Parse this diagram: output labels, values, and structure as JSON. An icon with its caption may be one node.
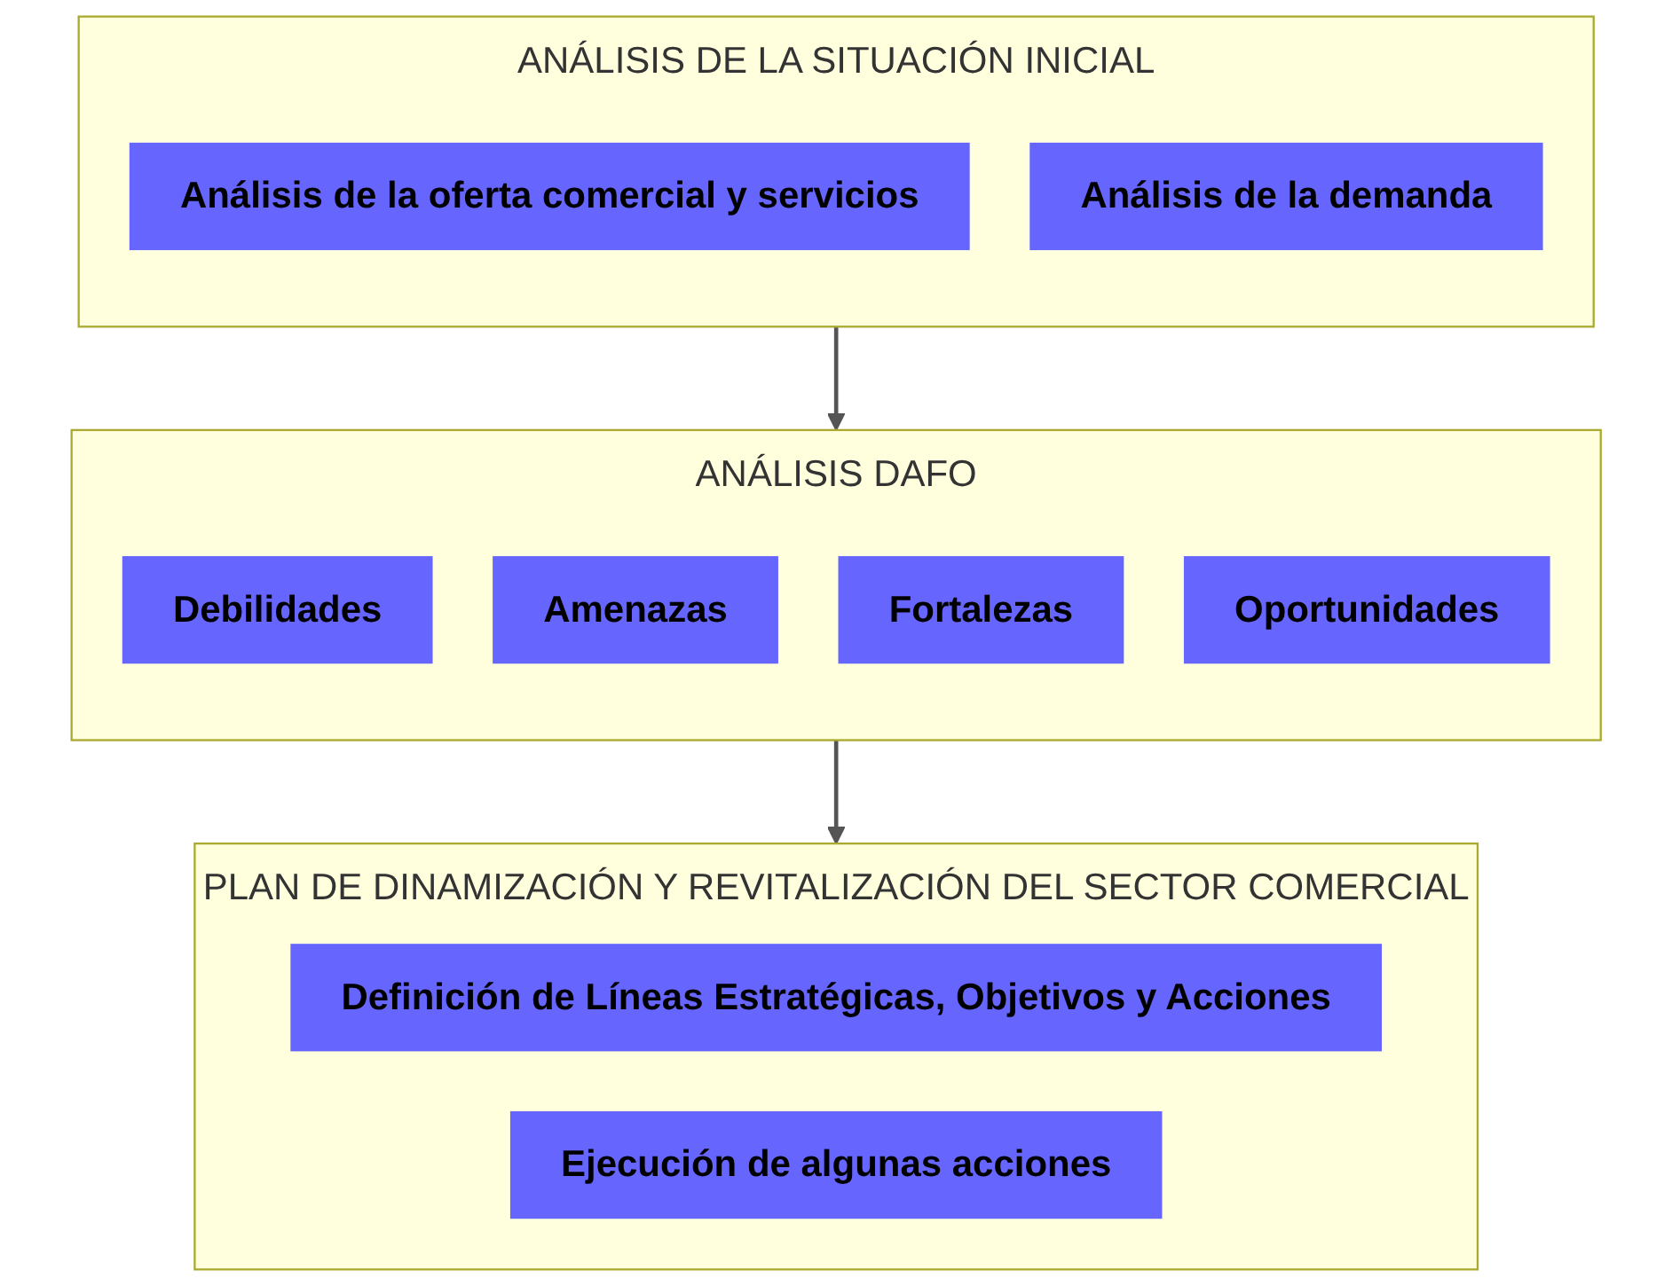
{
  "diagram": {
    "nodes": [
      {
        "text": [
          "ANÁLISIS DE LA SITUACIÓN INICIAL"
        ]
      },
      {
        "text": [
          "Análisis de la oferta comercial y servicios"
        ],
        "in": 0
      },
      {
        "text": [
          "Análisis de la demanda"
        ],
        "in": 0
      },
      {
        "text": [
          "ANÁLISIS DAFO"
        ]
      },
      {
        "text": [
          "Debilidades"
        ],
        "in": 3
      },
      {
        "text": [
          "Amenazas"
        ],
        "in": 3
      },
      {
        "text": [
          "Fortalezas"
        ],
        "in": 3
      },
      {
        "text": [
          "Oportunidades"
        ],
        "in": 3
      },
      {
        "text": [
          "PLAN DE DINAMIZACIÓN Y REVITALIZACIÓN DEL SECTOR COMERCIAL"
        ]
      },
      {
        "text": [
          "Definición de Líneas Estratégicas, Objetivos y Acciones"
        ],
        "in": 8
      },
      {
        "text": [
          "Ejecución de algunas acciones"
        ],
        "in": 8
      }
    ],
    "edges": [
      {
        "from": 0,
        "to": 3,
        "arrow": "to"
      },
      {
        "from": 3,
        "to": 8,
        "arrow": "to"
      }
    ]
  }
}
